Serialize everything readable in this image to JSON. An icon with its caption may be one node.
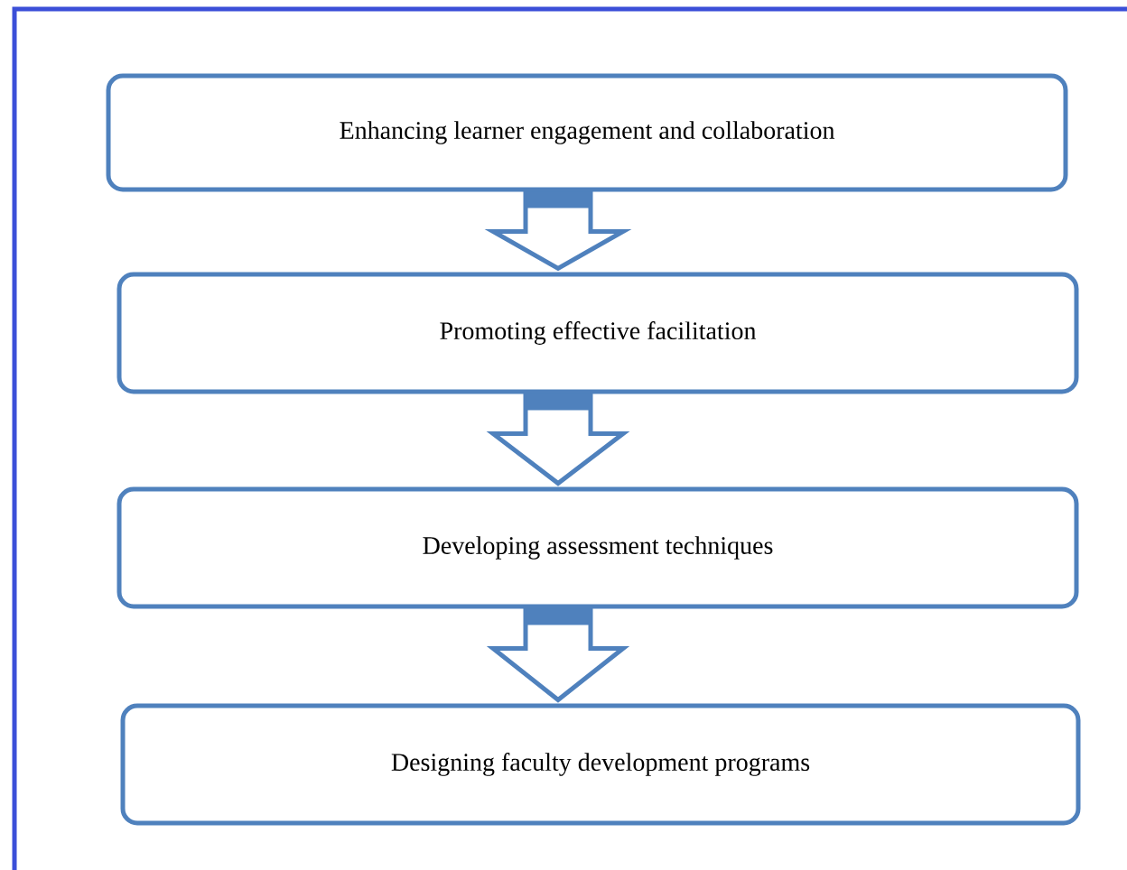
{
  "diagram": {
    "nodes": [
      {
        "text": [
          "Enhancing learner engagement and collaboration"
        ]
      },
      {
        "text": [
          "Promoting effective facilitation"
        ]
      },
      {
        "text": [
          "Developing assessment techniques"
        ]
      },
      {
        "text": [
          "Designing faculty development programs"
        ]
      }
    ],
    "edges": [
      {
        "from": 0,
        "to": 1,
        "arrow": "to"
      },
      {
        "from": 1,
        "to": 2,
        "arrow": "to"
      },
      {
        "from": 2,
        "to": 3,
        "arrow": "to"
      }
    ]
  }
}
